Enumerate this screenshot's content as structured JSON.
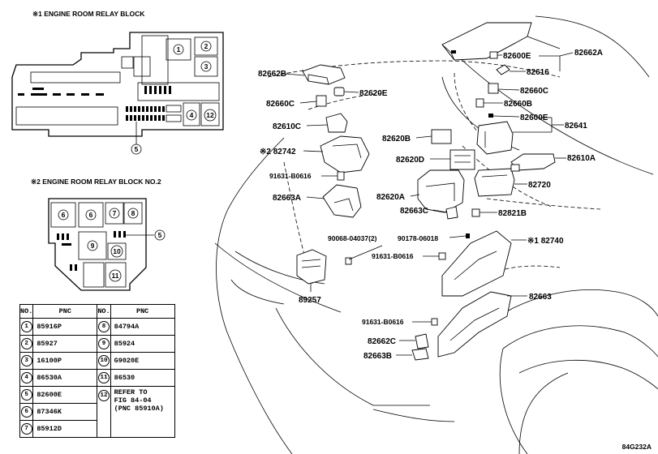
{
  "relay_block_1": {
    "title": "※1 ENGINE ROOM RELAY BLOCK",
    "slot_1": "1",
    "slot_2": "2",
    "slot_3": "3",
    "slot_4": "4",
    "slot_5": "5",
    "slot_12": "12"
  },
  "relay_block_2": {
    "title": "※2 ENGINE ROOM RELAY BLOCK NO.2",
    "slot_6a": "6",
    "slot_6b": "6",
    "slot_7": "7",
    "slot_8": "8",
    "slot_9": "9",
    "slot_10": "10",
    "slot_11": "11",
    "slot_5": "5"
  },
  "pnc_table": {
    "header_no": "NO.",
    "header_pnc": "PNC",
    "rows": [
      {
        "no_l": "1",
        "pnc_l": "85916P",
        "no_r": "8",
        "pnc_r": "84794A"
      },
      {
        "no_l": "2",
        "pnc_l": "85927",
        "no_r": "9",
        "pnc_r": "85924"
      },
      {
        "no_l": "3",
        "pnc_l": "16100P",
        "no_r": "10",
        "pnc_r": "G9020E"
      },
      {
        "no_l": "4",
        "pnc_l": "86530A",
        "no_r": "11",
        "pnc_r": "86530"
      },
      {
        "no_l": "5",
        "pnc_l": "82600E",
        "no_r": "12",
        "pnc_r": "REFER TO"
      },
      {
        "no_l": "6",
        "pnc_l": "87346K",
        "no_r": "",
        "pnc_r": "FIG 84-04"
      },
      {
        "no_l": "7",
        "pnc_l": "85912D",
        "no_r": "",
        "pnc_r": "(PNC 85910A)"
      }
    ]
  },
  "labels": {
    "l82662B": "82662B",
    "l82620E": "82620E",
    "l82660C_left": "82660C",
    "l82610C": "82610C",
    "l82742": "※2 82742",
    "l91631_1": "91631-B0616",
    "l82663A": "82663A",
    "l82620B": "82620B",
    "l82620D": "82620D",
    "l82620A": "82620A",
    "l82663C": "82663C",
    "l82821B": "82821B",
    "l82720": "82720",
    "l82610A": "82610A",
    "l82641": "82641",
    "l82600E_a": "82600E",
    "l82616": "82616",
    "l82662A": "82662A",
    "l82660C_right": "82660C",
    "l82660B": "82660B",
    "l82600E_b": "82600E",
    "l90068": "90068-04037(2)",
    "l90178": "90178-06018",
    "l82740": "※1 82740",
    "l91631_2": "91631-B0616",
    "l89257": "89257",
    "l82663": "82663",
    "l91631_3": "91631-B0616",
    "l82662C": "82662C",
    "l82663B": "82663B"
  },
  "diagram_code": "84G232A"
}
